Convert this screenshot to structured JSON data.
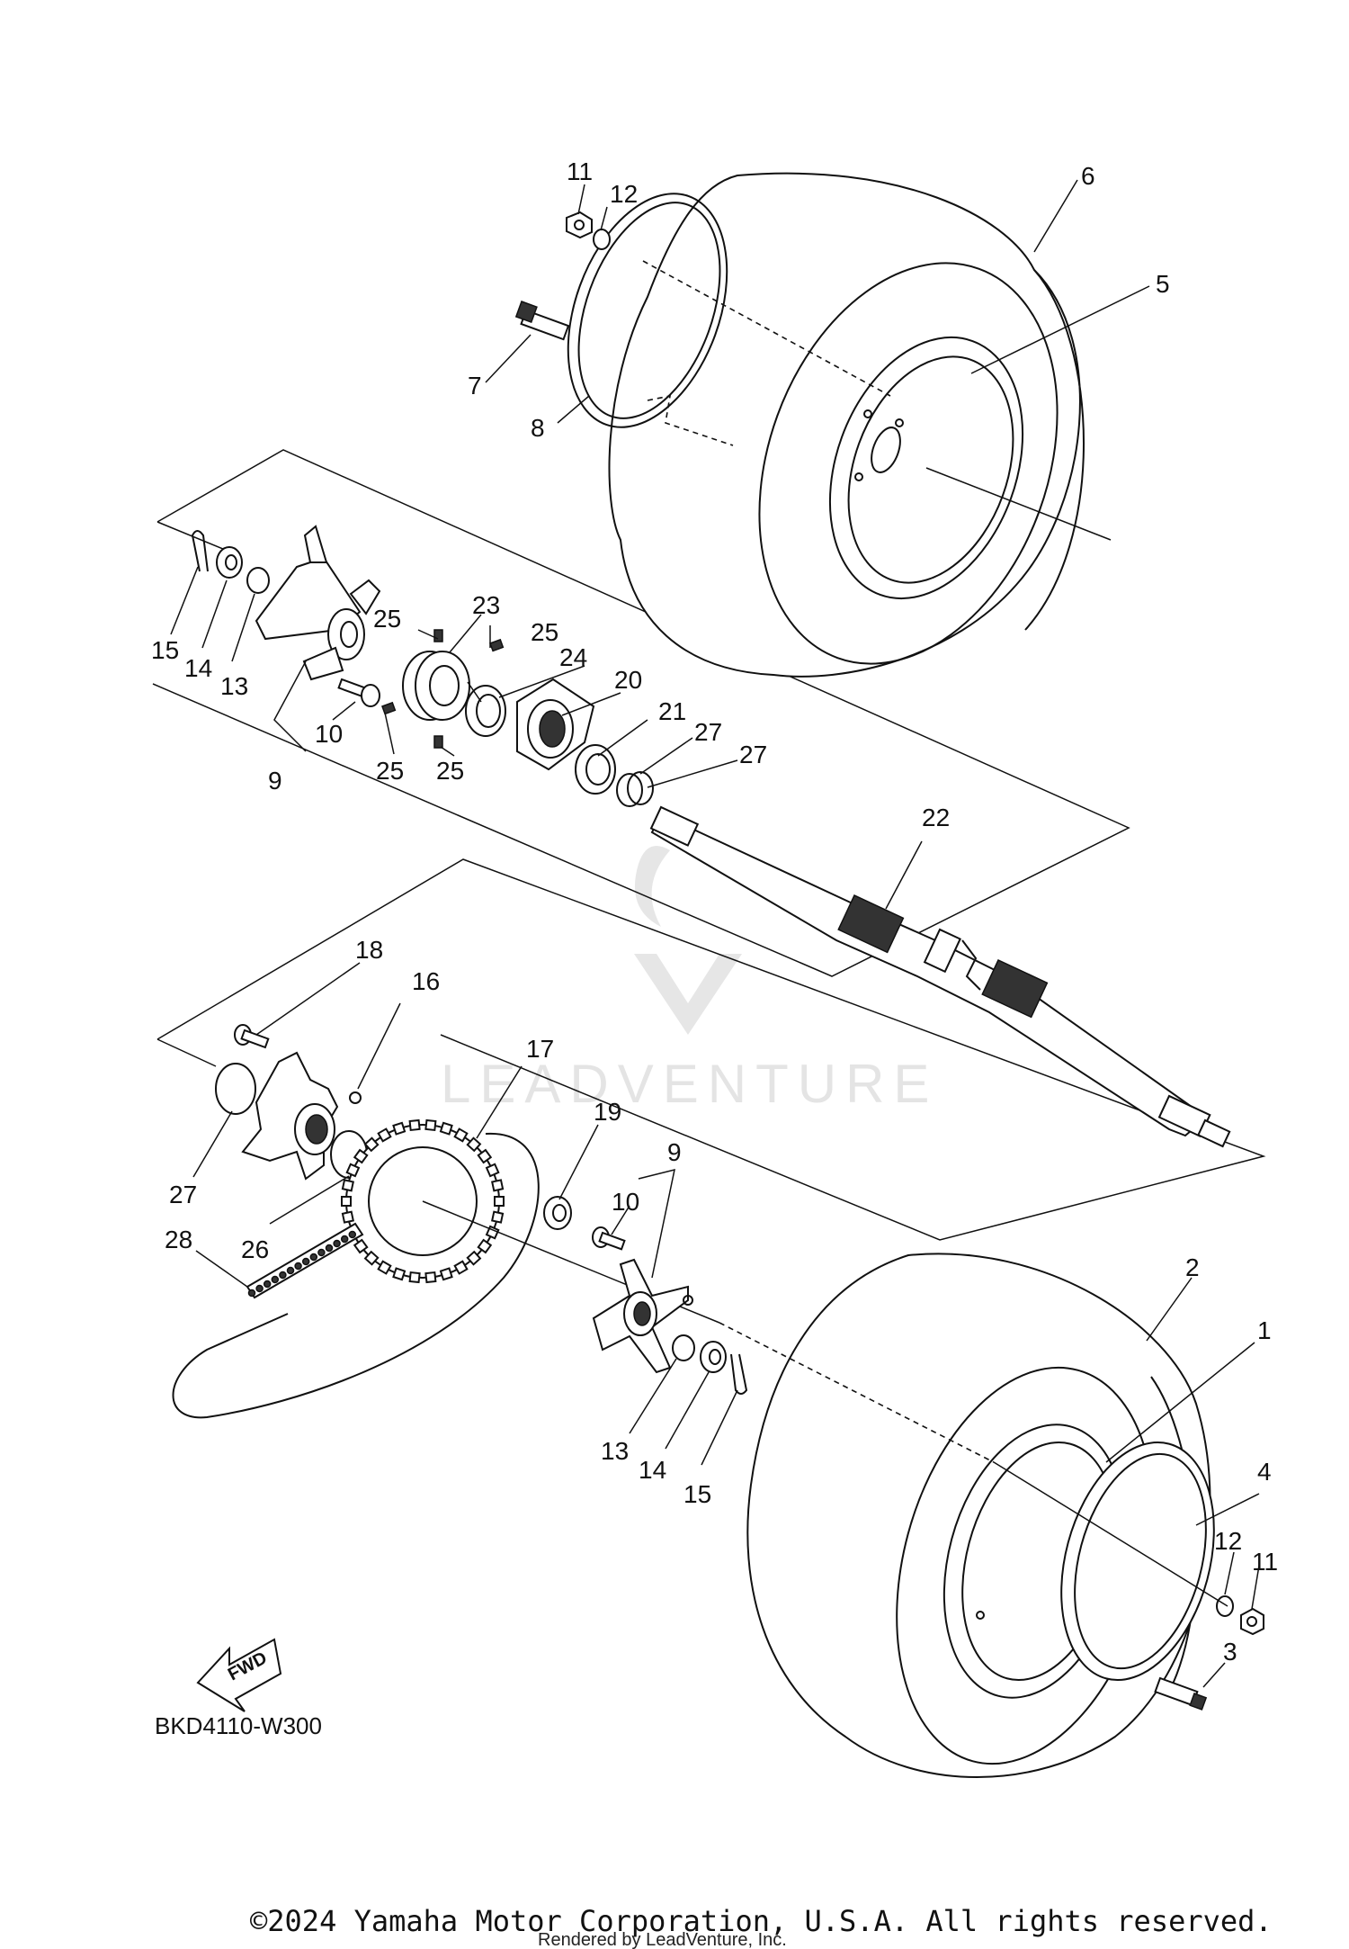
{
  "diagram_code": "BKD4110-W300",
  "copyright": "©2024 Yamaha Motor Corporation, U.S.A. All rights reserved.",
  "rendered_by": "Rendered by LeadVenture, Inc.",
  "watermark": "LEADVENTURE",
  "fwd_label": "FWD",
  "callouts": {
    "c1": "1",
    "c2": "2",
    "c3": "3",
    "c4": "4",
    "c5": "5",
    "c6": "6",
    "c7": "7",
    "c8": "8",
    "c9_top": "9",
    "c9_low": "9",
    "c10_top": "10",
    "c10_low": "10",
    "c11_top": "11",
    "c11_low": "11",
    "c12_top": "12",
    "c12_low": "12",
    "c13_top": "13",
    "c13_low": "13",
    "c14_top": "14",
    "c14_low": "14",
    "c15_top": "15",
    "c15_low": "15",
    "c16": "16",
    "c17": "17",
    "c18": "18",
    "c19": "19",
    "c20": "20",
    "c21": "21",
    "c22": "22",
    "c23": "23",
    "c24": "24",
    "c25_a": "25",
    "c25_b": "25",
    "c25_c": "25",
    "c25_d": "25",
    "c26": "26",
    "c27_a": "27",
    "c27_b": "27",
    "c27_c": "27",
    "c28": "28"
  }
}
